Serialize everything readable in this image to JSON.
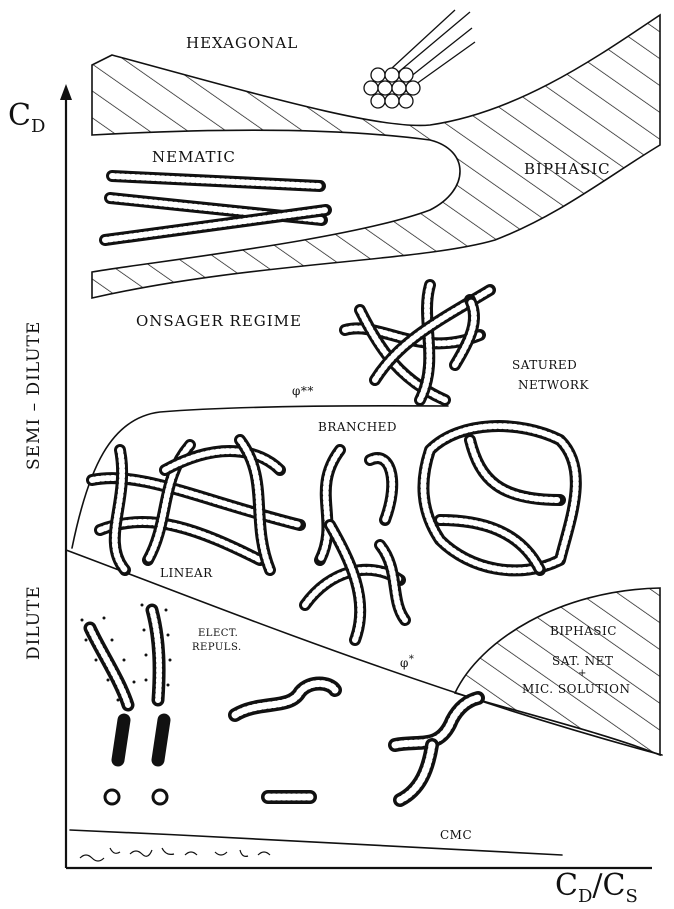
{
  "axes": {
    "y_label_main": "C",
    "y_label_sub": "D",
    "x_label_main1": "C",
    "x_label_sub1": "D",
    "x_label_slash": "/C",
    "x_label_sub2": "S",
    "left_regime_upper": "SEMI – DILUTE",
    "left_regime_lower": "DILUTE"
  },
  "regions": {
    "hexagonal": "HEXAGONAL",
    "nematic": "NEMATIC",
    "biphasic_top": "BIPHASIC",
    "onsager": "ONSAGER REGIME",
    "saturated_line1": "SATURED",
    "saturated_line2": "NETWORK",
    "phi_double_star": "φ**",
    "branched": "BRANCHED",
    "linear": "LINEAR",
    "elect_line1": "ELECT.",
    "elect_line2": "REPULS.",
    "phi_star": "φ",
    "phi_star_sup": "*",
    "biphasic_bottom": "BIPHASIC",
    "sat_net": "SAT. NET",
    "plus": "+",
    "mic_solution": "MIC. SOLUTION",
    "cmc": "CMC"
  },
  "colors": {
    "ink": "#111111",
    "background": "#ffffff"
  }
}
